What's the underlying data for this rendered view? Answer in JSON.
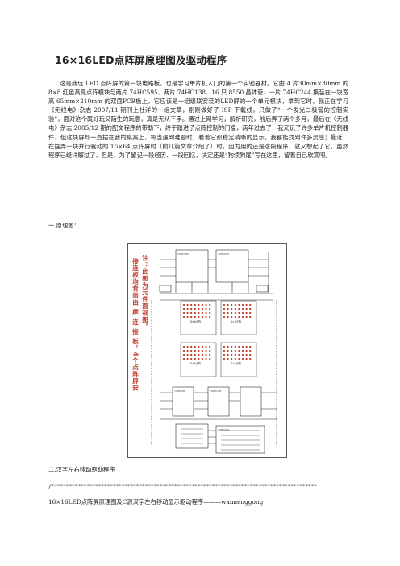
{
  "doc": {
    "title": "16×16LED点阵屏原理图及驱动程序",
    "intro": "这是我玩 LED 点阵屏的第一块电路板，也是学习单片机入门的第一个实验器材。它由 4 片30mm×30mm 的 8×8 红色高亮点阵模块与两片 74HC595、两片 74HC138、16 只 8550 晶体管、一片 74HC244 集装在一块宽高 65mm×210mm 的双面PCB板上，它应该是一组级联安装的LED屏的一个单元模块，拿到它时，我正在学习《无线电》杂志 2007/11 期刊上杜洋的一组文章，刚刚做好了 ISP 下载线，只做了“一个发光二极管的控制实验”，面对这个既好玩又陌生的玩意，真是无从下手。通过上网学习，解析研究，前后弄了两个多月，最后在《无线电》杂志 2005/12 期的配文程序的带助下，终于踏进了点阵控制的门槛，两年过去了，我又玩了许多单片机控制器件，但这块屏却一直摆在我的桌案上，每当遇到难题时，看着它那稳定清晰的显示，我都能找到许多灵感；最近，在摆弄一块并行驱动的 16×64 点阵屏时（前几篇文章介绍了）时，因为用的还是这段程序，就又想起了它，虽然程序已经详解过了，但是，为了留记一段经历、一段回忆，决定还是“狗续狗尾”写在这里，留着自己欣赏吧。",
    "section1": "一.原理图：",
    "section2": "二.汉字左右移动驱动程序",
    "stars": "/*******************************************************************************************",
    "subline": "16×16LED点阵屏原理图及C源汉字左右移动显示驱动程序———wannenggong"
  },
  "figure": {
    "note_col1": "注：此图为元件面视图，",
    "note_col2": "接连板均背面由 颜 连 接 板，4个点阵屏安",
    "chips": [
      "74HC595",
      "74HC595",
      "74HC138",
      "74HC138",
      "74HC244",
      "8×8点阵",
      "8×8点阵",
      "8×8点阵",
      "8×8点阵"
    ],
    "line_color": "#2a2a2a",
    "note_color": "#c0392b"
  }
}
